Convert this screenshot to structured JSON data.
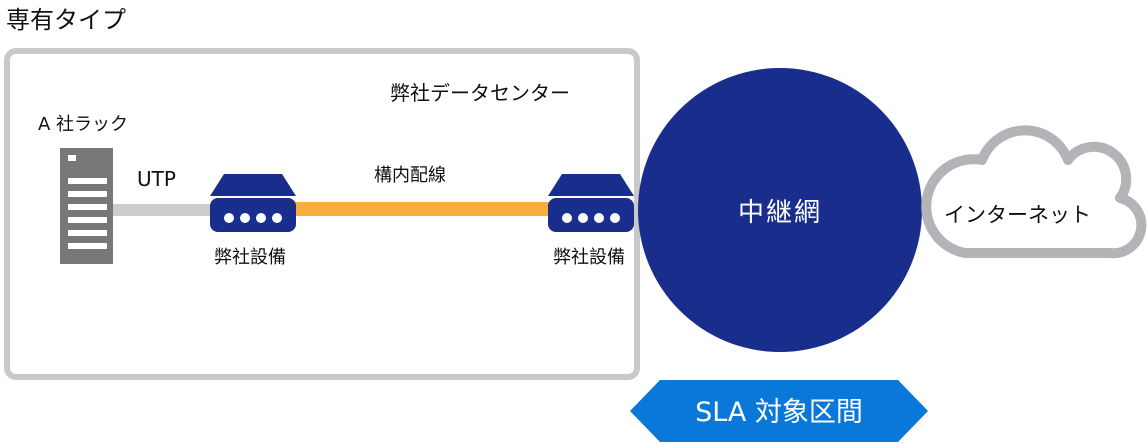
{
  "title": "専有タイプ",
  "datacenter_label": "弊社データセンター",
  "rack_label": "A 社ラック",
  "utp_label": "UTP",
  "wiring_label": "構内配線",
  "device1_label": "弊社設備",
  "device2_label": "弊社設備",
  "network_label": "中継網",
  "internet_label": "インターネット",
  "sla_label": "SLA 対象区間",
  "colors": {
    "navy": "#182d8c",
    "orange": "#f9ad3c",
    "gray_cable": "#cccccc",
    "rack": "#777777",
    "sla": "#0a78d8",
    "cloud": "#b4b4b8"
  }
}
